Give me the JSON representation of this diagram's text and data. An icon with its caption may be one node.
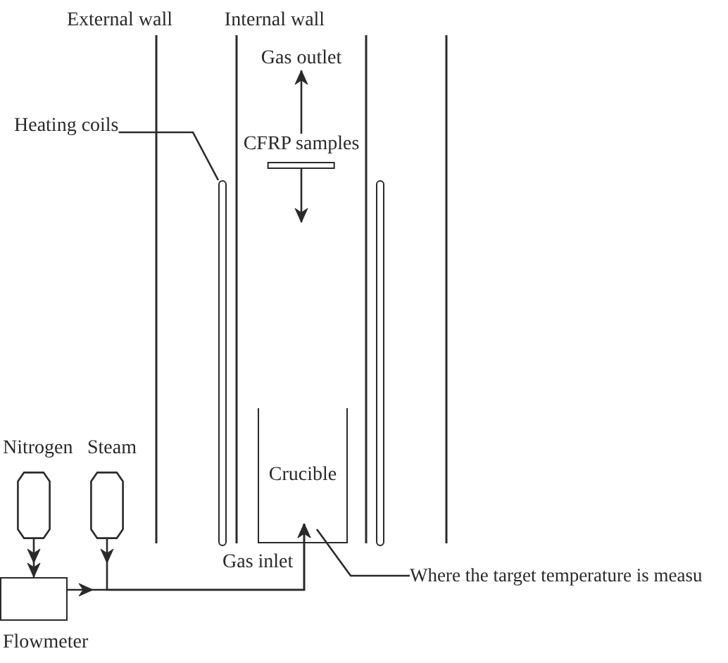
{
  "diagram": {
    "nodes": [
      {
        "text": [
          "Gas outlet"
        ]
      },
      {
        "text": [
          "Heating coils"
        ]
      },
      {
        "text": [
          "CFRP samples"
        ]
      },
      {
        "text": [],
        "shape": "bar"
      },
      {
        "text": [],
        "shape": "bar"
      },
      {
        "text": [
          "Crucible"
        ]
      },
      {
        "text": [],
        "shape": "cylinder",
        "beside": [
          "Nitrogen"
        ]
      },
      {
        "text": [],
        "shape": "cylinder",
        "beside": [
          "Steam"
        ]
      },
      {
        "text": [
          "Where the target temperature is measu"
        ]
      },
      {
        "text": [],
        "shape": "box",
        "beside": [
          "Flowmeter"
        ]
      }
    ],
    "edges": [
      {
        "from": 1,
        "to": 3,
        "arrow": "none"
      },
      {
        "from": 2,
        "to": 0,
        "arrow": "to"
      },
      {
        "from": 2,
        "to": null,
        "arrow": "to"
      },
      {
        "from": 6,
        "to": 9,
        "arrow": "to"
      },
      {
        "from": 9,
        "to": 5,
        "arrow": "to",
        "label": "Gas inlet"
      },
      {
        "from": 7,
        "to": 5,
        "arrow": "to"
      },
      {
        "from": 8,
        "to": 5,
        "arrow": "none"
      }
    ],
    "labels": [
      "External wall",
      "Internal wall"
    ]
  }
}
